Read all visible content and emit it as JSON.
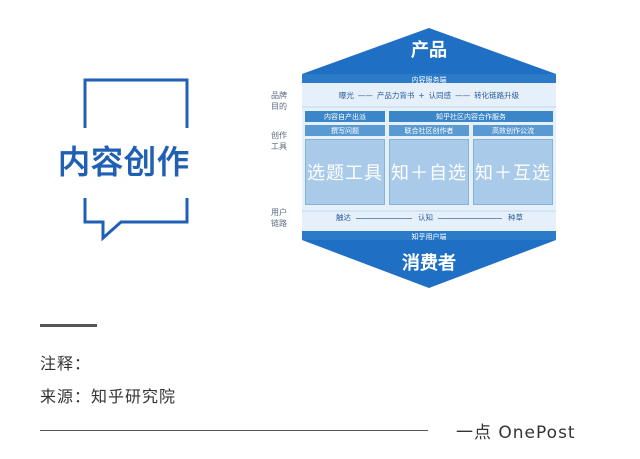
{
  "logo": {
    "title": "内容创作"
  },
  "side_labels": {
    "brand_goal": "品牌\n目的",
    "creation_tool": "创作\n工具",
    "user_path": "用户\n链路"
  },
  "diagram": {
    "top": "产品",
    "bottom": "消费者",
    "service_band": "内容服务端",
    "brand_row": [
      "曝光",
      "——",
      "产品力背书",
      "+",
      "认同感",
      "——",
      "转化链路升级"
    ],
    "platform_header_left": "内容自产出派",
    "platform_header_right": "知乎社区内容合作服务",
    "sub_header_left": "撰写问题",
    "sub_header_mid": "联合社区创作者",
    "sub_header_right": "高效创作公流",
    "tools": [
      "选题工具",
      "知＋自选",
      "知＋互选"
    ],
    "user_row": [
      "触达",
      "认知",
      "种草"
    ],
    "user_band": "知乎用户端"
  },
  "notes": {
    "label": "注释：",
    "source": "来源：知乎研究院"
  },
  "brand": "一点 OnePost",
  "colors": {
    "primary": "#1f6fc4",
    "light": "#a9cbe9",
    "pale": "#e6f0fa"
  }
}
